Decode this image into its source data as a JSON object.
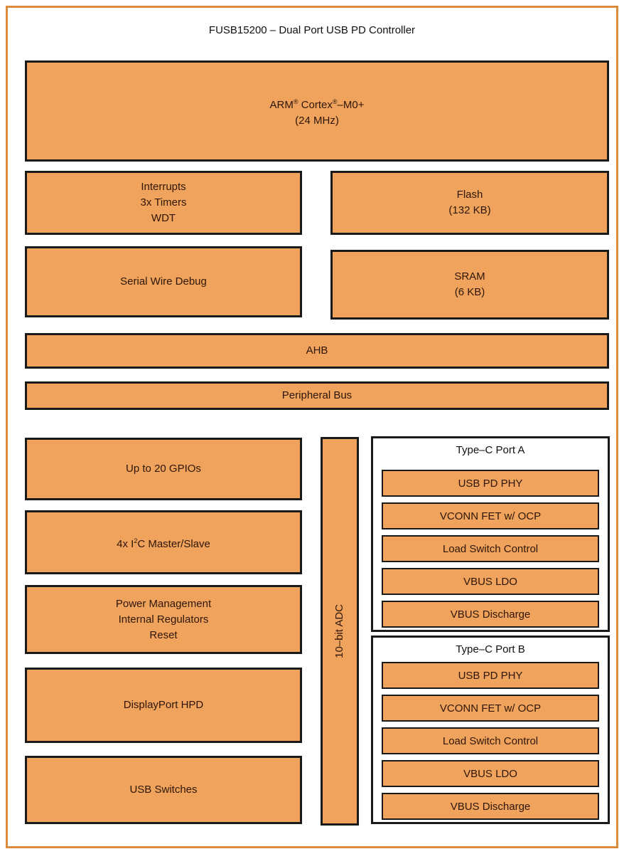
{
  "diagram": {
    "title": "FUSB15200 – Dual Port USB PD Controller",
    "colors": {
      "block_fill": "#EFA35C",
      "block_border": "#1A1A1A",
      "outer_border": "#DB8B3B",
      "text_on_orange": "#2F1608",
      "text_on_white": "#101010"
    },
    "cpu": {
      "brand": "ARM",
      "reg1": "®",
      "core": " Cortex",
      "reg2": "®",
      "model": "–M0+",
      "freq": "(24 MHz)"
    },
    "interrupts": {
      "lines": [
        "Interrupts",
        "3x Timers",
        "WDT"
      ]
    },
    "flash": {
      "lines": [
        "Flash",
        "(132 KB)"
      ]
    },
    "swd": {
      "label": "Serial Wire Debug"
    },
    "sram": {
      "lines": [
        "SRAM",
        "(6 KB)"
      ]
    },
    "ahb": {
      "label": "AHB"
    },
    "peripheral_bus": {
      "label": "Peripheral Bus"
    },
    "gpio": {
      "label": "Up to 20 GPIOs"
    },
    "i2c": {
      "pre": "4x I",
      "sup": "2",
      "post": "C Master/Slave"
    },
    "power": {
      "lines": [
        "Power Management",
        "Internal Regulators",
        "Reset"
      ]
    },
    "displayport": {
      "label": "DisplayPort HPD"
    },
    "usb_switches": {
      "label": "USB Switches"
    },
    "adc": {
      "label": "10–bit ADC"
    },
    "ports": [
      {
        "title": "Type–C Port A",
        "items": [
          "USB PD PHY",
          "VCONN FET w/ OCP",
          "Load Switch Control",
          "VBUS LDO",
          "VBUS Discharge"
        ]
      },
      {
        "title": "Type–C Port B",
        "items": [
          "USB PD PHY",
          "VCONN FET w/ OCP",
          "Load Switch Control",
          "VBUS LDO",
          "VBUS Discharge"
        ]
      }
    ]
  }
}
